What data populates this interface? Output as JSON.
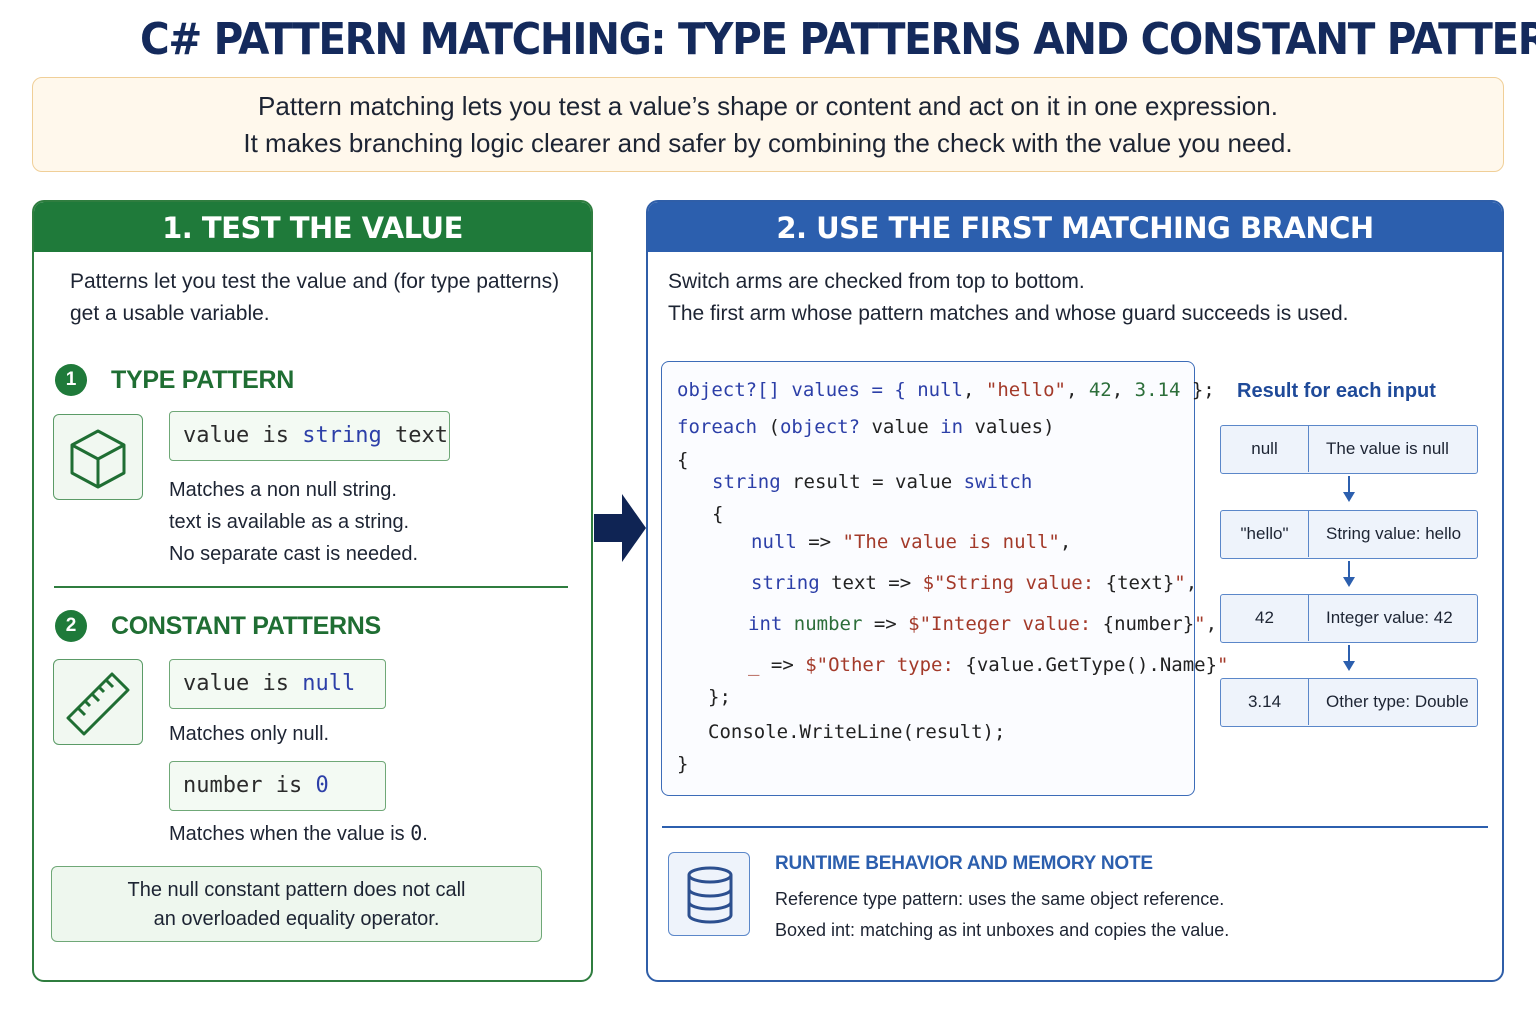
{
  "title": "C# PATTERN MATCHING: TYPE PATTERNS AND CONSTANT PATTERNS",
  "intro": {
    "line1": "Pattern matching lets you test a value’s shape or content and act on it in one expression.",
    "line2": "It makes branching logic clearer and safer by combining the check with the value you need."
  },
  "left": {
    "heading": "1. TEST THE VALUE",
    "desc_line1": "Patterns let you test the value and (for type patterns)",
    "desc_line2": "get a usable variable.",
    "type_pattern": {
      "badge": "1",
      "title": "TYPE PATTERN",
      "icon": "cube-icon",
      "code": {
        "a": "value",
        "b": "is",
        "c": "string",
        "d": "text"
      },
      "notes": [
        "Matches a non null string.",
        "text is available as a string.",
        "No separate cast is needed."
      ]
    },
    "constant_patterns": {
      "badge": "2",
      "title": "CONSTANT PATTERNS",
      "icon": "ruler-icon",
      "code1": {
        "a": "value",
        "b": "is",
        "c": "null"
      },
      "note1": "Matches only null.",
      "code2": {
        "a": "number",
        "b": "is",
        "c": "0"
      },
      "note2_prefix": "Matches when the value is ",
      "note2_code": "0",
      "note2_suffix": "."
    },
    "callout": {
      "line1": "The null constant pattern does not call",
      "line2": "an overloaded equality operator."
    }
  },
  "right": {
    "heading": "2. USE THE FIRST MATCHING BRANCH",
    "desc_line1": "Switch arms are checked from top to bottom.",
    "desc_line2": "The first arm whose pattern matches and whose guard succeeds is used.",
    "code": {
      "l1": {
        "a": "object?[] values = { ",
        "b": "null",
        "c": ", ",
        "d": "\"hello\"",
        "e": ", ",
        "f": "42",
        "g": ", ",
        "h": "3.14",
        "i": " };"
      },
      "l2": {
        "a": "foreach",
        "b": " (",
        "c": "object?",
        "d": " value ",
        "e": "in",
        "f": " values)"
      },
      "l3": "{",
      "l4": {
        "a": "string",
        "b": " result = value ",
        "c": "switch"
      },
      "l5": "{",
      "l6": {
        "a": "null",
        "b": " => ",
        "c": "\"The value is null\"",
        "d": ","
      },
      "l7": {
        "a": "string",
        "b": " text => ",
        "c": "$\"String value: ",
        "d": "{text}",
        "e": "\"",
        "f": ","
      },
      "l8": {
        "a": "int",
        "b": " number",
        "c": " => ",
        "d": "$\"Integer value: ",
        "e": "{number}",
        "f": "\"",
        "g": ","
      },
      "l9": {
        "a": "_",
        "b": " => ",
        "c": "$\"Other type: ",
        "d": "{value.GetType().Name}",
        "e": "\""
      },
      "l10": "};",
      "l11": "Console.WriteLine(result);",
      "l12": "}"
    },
    "results": {
      "title": "Result for each input",
      "rows": [
        {
          "input": "null",
          "output": "The value is null"
        },
        {
          "input": "\"hello\"",
          "output": "String value: hello"
        },
        {
          "input": "42",
          "output": "Integer value: 42"
        },
        {
          "input": "3.14",
          "output": "Other type: Double"
        }
      ]
    },
    "runtime": {
      "icon": "database-icon",
      "title": "RUNTIME BEHAVIOR AND MEMORY NOTE",
      "line1": "Reference type pattern: uses the same object reference.",
      "line2": "Boxed int: matching as int unboxes and copies the value."
    }
  },
  "colors": {
    "title": "#142a5c",
    "green": "#1f7a3a",
    "blue": "#2c5fae",
    "intro_bg": "#fff8ec",
    "arrow": "#0f2454"
  }
}
